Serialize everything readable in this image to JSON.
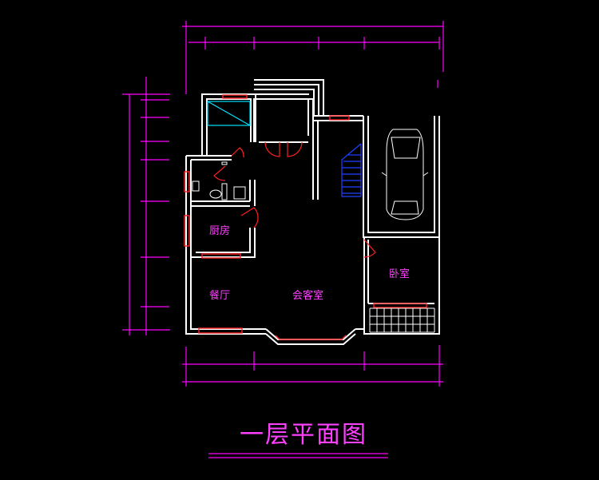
{
  "title": "一层平面图",
  "rooms": {
    "kitchen": "厨房",
    "dining": "餐厅",
    "living": "会客室",
    "bedroom": "卧室"
  },
  "colors": {
    "background": "#000000",
    "dimension": "#ff00ff",
    "walls": "#ffffff",
    "windows": "#ff2020",
    "stairs": "#2040ff",
    "bath": "#00e0ff"
  }
}
